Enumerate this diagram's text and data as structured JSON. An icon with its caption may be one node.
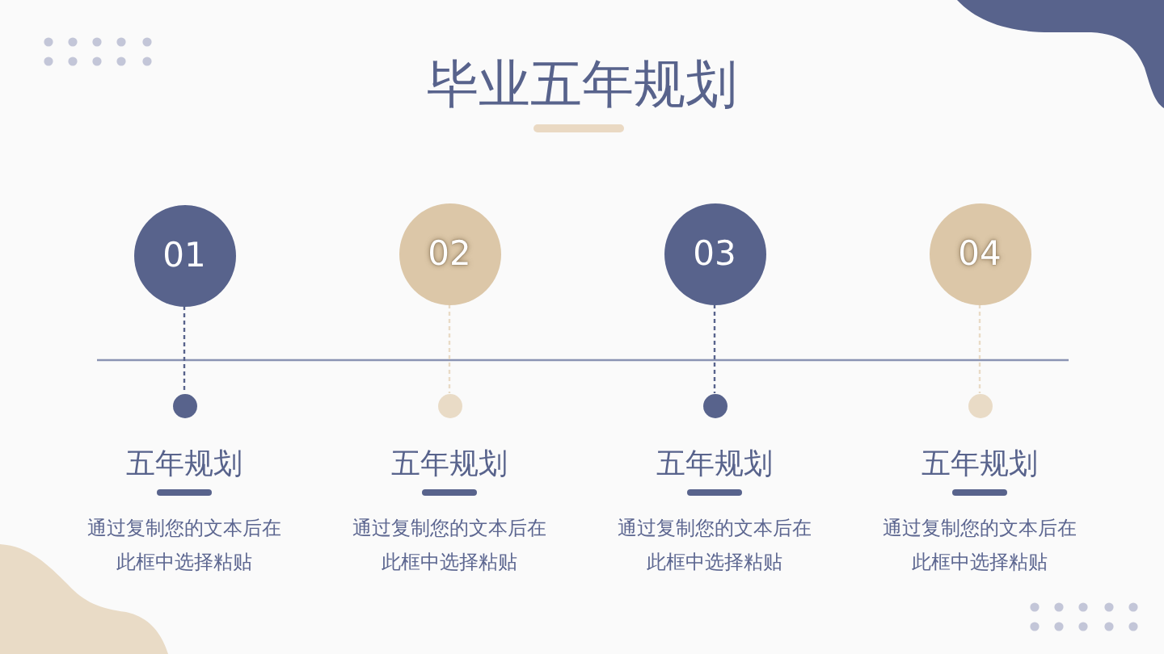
{
  "diagram": {
    "title": "毕业五年规划",
    "nodes": [
      {
        "text": [
          "01"
        ]
      },
      {
        "text": [
          "02"
        ]
      },
      {
        "text": [
          "03"
        ]
      },
      {
        "text": [
          "04"
        ]
      },
      {
        "text": [],
        "shape": "circle",
        "beside": [
          "五年规划",
          "通过复制您的文本后在此框中选择粘贴"
        ]
      },
      {
        "text": [],
        "shape": "circle",
        "beside": [
          "五年规划",
          "通过复制您的文本后在此框中选择粘贴"
        ]
      },
      {
        "text": [],
        "shape": "circle",
        "beside": [
          "五年规划",
          "通过复制您的文本后在此框中选择粘贴"
        ]
      },
      {
        "text": [],
        "shape": "circle",
        "beside": [
          "五年规划",
          "通过复制您的文本后在此框中选择粘贴"
        ]
      }
    ],
    "edges": [
      {
        "from": 0,
        "to": 4,
        "arrow": "none",
        "style": "dashed",
        "color": "#58638c"
      },
      {
        "from": 1,
        "to": 5,
        "arrow": "none",
        "style": "dashed",
        "color": "#e9dbc6"
      },
      {
        "from": 2,
        "to": 6,
        "arrow": "none",
        "style": "dashed",
        "color": "#58638c"
      },
      {
        "from": 3,
        "to": 7,
        "arrow": "none",
        "style": "dashed",
        "color": "#e9dbc6"
      }
    ]
  }
}
